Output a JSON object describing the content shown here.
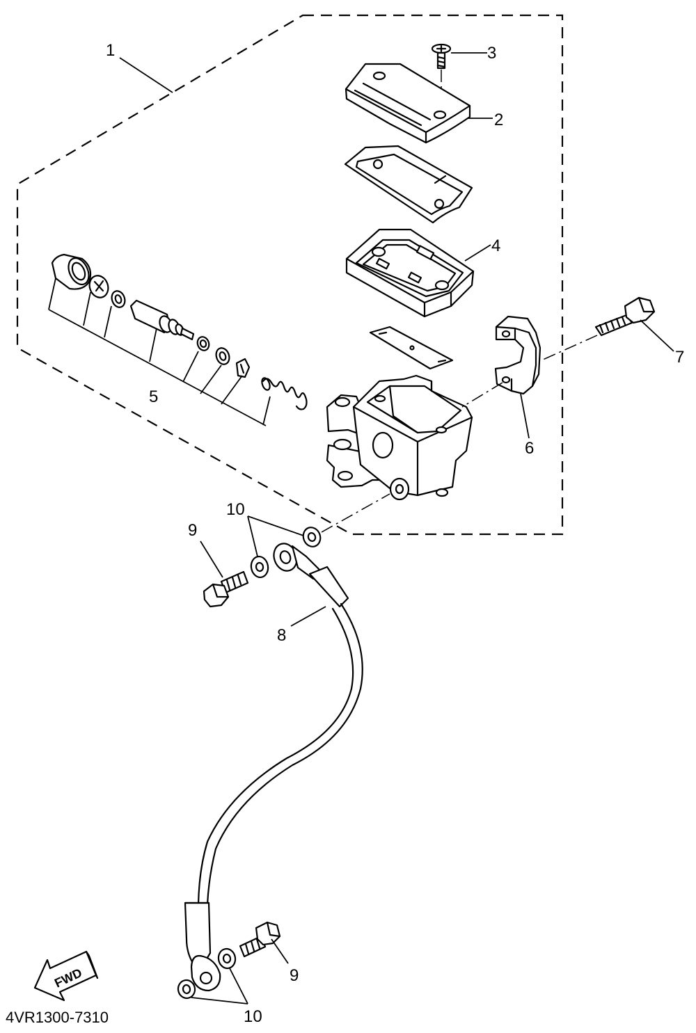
{
  "diagram": {
    "code": "4VR1300-7310",
    "fwd_label": "FWD",
    "callouts": {
      "c1": "1",
      "c2": "2",
      "c3": "3",
      "c4": "4",
      "c5": "5",
      "c6": "6",
      "c7": "7",
      "c8": "8",
      "c9a": "9",
      "c9b": "9",
      "c10a": "10",
      "c10b": "10"
    }
  }
}
